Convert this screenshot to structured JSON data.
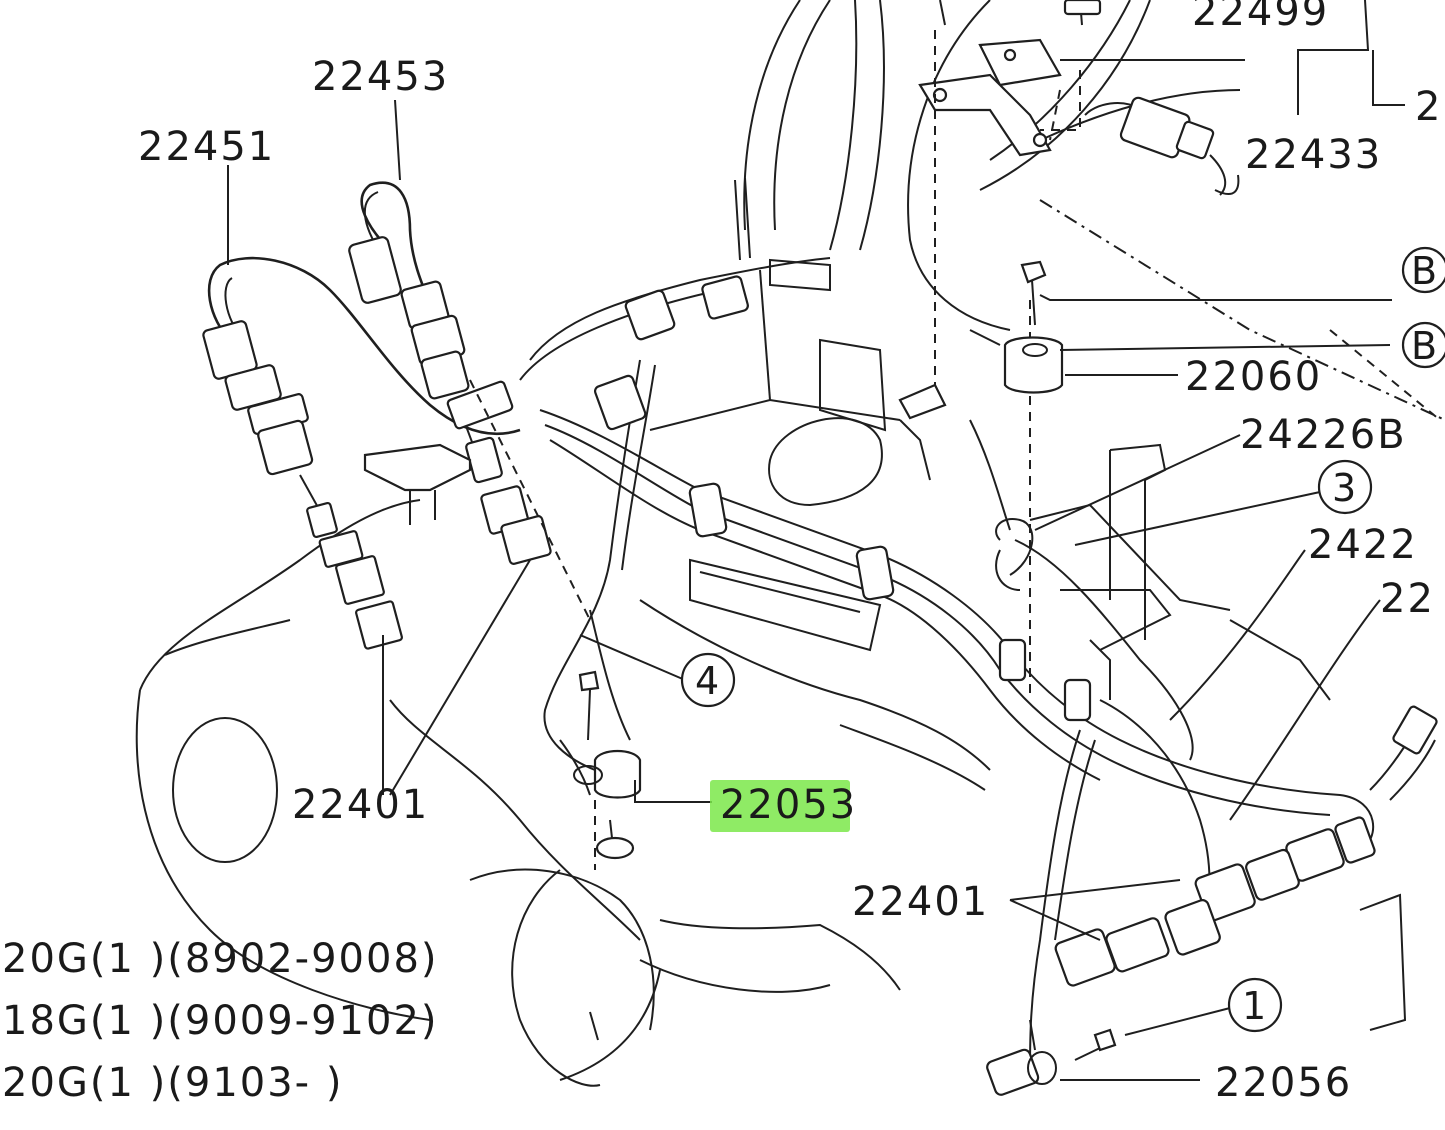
{
  "diagram": {
    "part_numbers": {
      "p22453": "22453",
      "p22451": "22451",
      "p22499": "22499",
      "p22433": "22433",
      "p22060": "22060",
      "p24226B": "24226B",
      "p2422": "2422",
      "p22_cut": "22",
      "p2_cut": "2",
      "p22401_left": "22401",
      "p22053": "22053",
      "p22401_right": "22401",
      "p22056": "22056"
    },
    "callouts": {
      "B_upper": "B",
      "B_lower": "B",
      "c3": "3",
      "c4": "4",
      "c1": "1"
    },
    "notes": [
      "20G(1 )(8902-9008)",
      "18G(1 )(9009-9102)",
      "20G(1 )(9103-      )"
    ],
    "highlight": {
      "target": "22053",
      "color": "#7be84a"
    },
    "colors": {
      "ink": "#1f1f1f",
      "background": "#ffffff"
    }
  }
}
